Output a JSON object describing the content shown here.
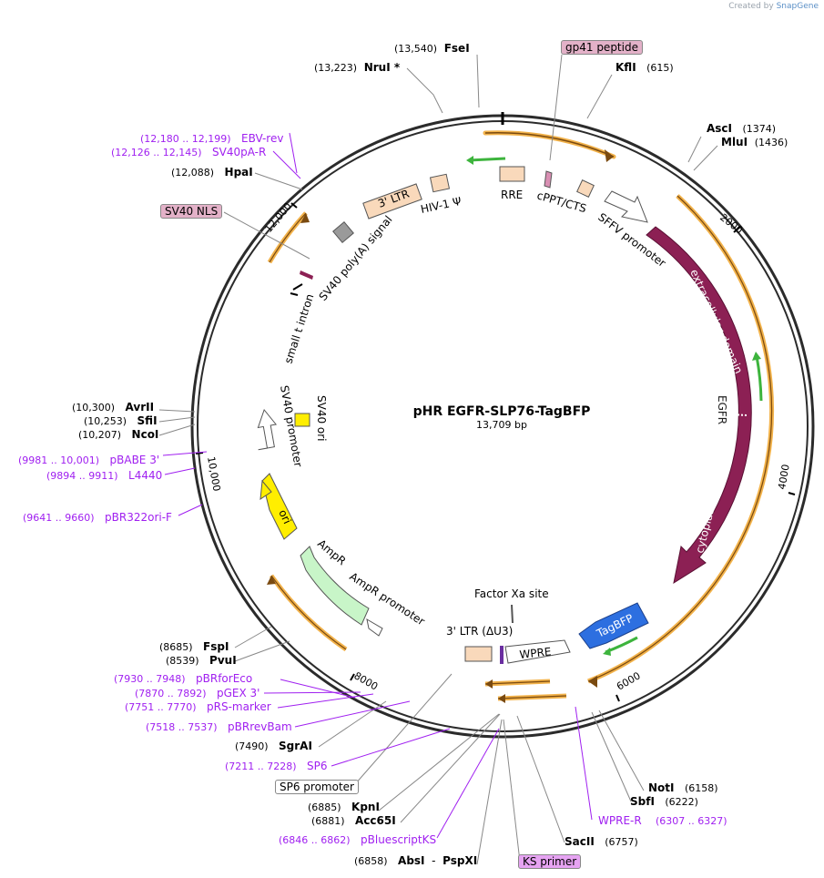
{
  "watermark": {
    "prefix": "Created by",
    "brand": "SnapGene"
  },
  "plasmid": {
    "name": "pHR EGFR-SLP76-TagBFP",
    "length": "13,709 bp"
  },
  "ticks": [
    "2000",
    "4000",
    "6000",
    "8000",
    "10,000",
    "12,000"
  ],
  "enzymes": [
    {
      "name": "FseI",
      "pos": "(13,540)"
    },
    {
      "name": "NruI *",
      "pos": "(13,223)"
    },
    {
      "name": "KflI",
      "pos": "(615)"
    },
    {
      "name": "AscI",
      "pos": "(1374)"
    },
    {
      "name": "MluI",
      "pos": "(1436)"
    },
    {
      "name": "HpaI",
      "pos": "(12,088)"
    },
    {
      "name": "AvrII",
      "pos": "(10,300)"
    },
    {
      "name": "SfiI",
      "pos": "(10,253)"
    },
    {
      "name": "NcoI",
      "pos": "(10,207)"
    },
    {
      "name": "FspI",
      "pos": "(8685)"
    },
    {
      "name": "PvuI",
      "pos": "(8539)"
    },
    {
      "name": "SgrAI",
      "pos": "(7490)"
    },
    {
      "name": "KpnI",
      "pos": "(6885)"
    },
    {
      "name": "Acc65I",
      "pos": "(6881)"
    },
    {
      "name": "AbsI",
      "pos": "(6858)"
    },
    {
      "name": "PspXI",
      "pos": ""
    },
    {
      "name": "NotI",
      "pos": "(6158)"
    },
    {
      "name": "SbfI",
      "pos": "(6222)"
    },
    {
      "name": "SacII",
      "pos": "(6757)"
    }
  ],
  "primers": [
    {
      "name": "EBV-rev",
      "pos": "(12,180 .. 12,199)"
    },
    {
      "name": "SV40pA-R",
      "pos": "(12,126 .. 12,145)"
    },
    {
      "name": "pBABE 3'",
      "pos": "(9981 .. 10,001)"
    },
    {
      "name": "L4440",
      "pos": "(9894 .. 9911)"
    },
    {
      "name": "pBR322ori-F",
      "pos": "(9641 .. 9660)"
    },
    {
      "name": "pBRforEco",
      "pos": "(7930 .. 7948)"
    },
    {
      "name": "pGEX 3'",
      "pos": "(7870 .. 7892)"
    },
    {
      "name": "pRS-marker",
      "pos": "(7751 .. 7770)"
    },
    {
      "name": "pBRrevBam",
      "pos": "(7518 .. 7537)"
    },
    {
      "name": "SP6",
      "pos": "(7211 .. 7228)"
    },
    {
      "name": "pBluescriptKS",
      "pos": "(6846 .. 6862)"
    },
    {
      "name": "WPRE-R",
      "pos": "(6307 .. 6327)"
    }
  ],
  "boxed_labels": [
    "gp41 peptide",
    "SV40 NLS",
    "SP6 promoter",
    "KS primer"
  ],
  "features": [
    "3' LTR",
    "HIV-1 Ψ",
    "RRE",
    "cPPT/CTS",
    "SFFV promoter",
    "extracellular domain",
    "EGFR",
    "cytoplasmic domain",
    "TagBFP",
    "WPRE",
    "3' LTR (ΔU3)",
    "Factor Xa site",
    "AmpR promoter",
    "AmpR",
    "ori",
    "SV40 promoter",
    "SV40 ori",
    "small t intron",
    "SV40 poly(A) signal"
  ],
  "colors": {
    "backbone": "#2b2b2b",
    "enzyme_text": "#111111",
    "primer": "#a020f0",
    "ltr": "#f9d9bb",
    "egfr": "#8c2054",
    "tagbfp": "#2d6fe0",
    "ori": "#ffee00",
    "ampr": "#c8f5c8",
    "orf_arrow": "#f2b24a",
    "boxed": "#e3b1c8",
    "ks_box": "#e6a3f2"
  }
}
